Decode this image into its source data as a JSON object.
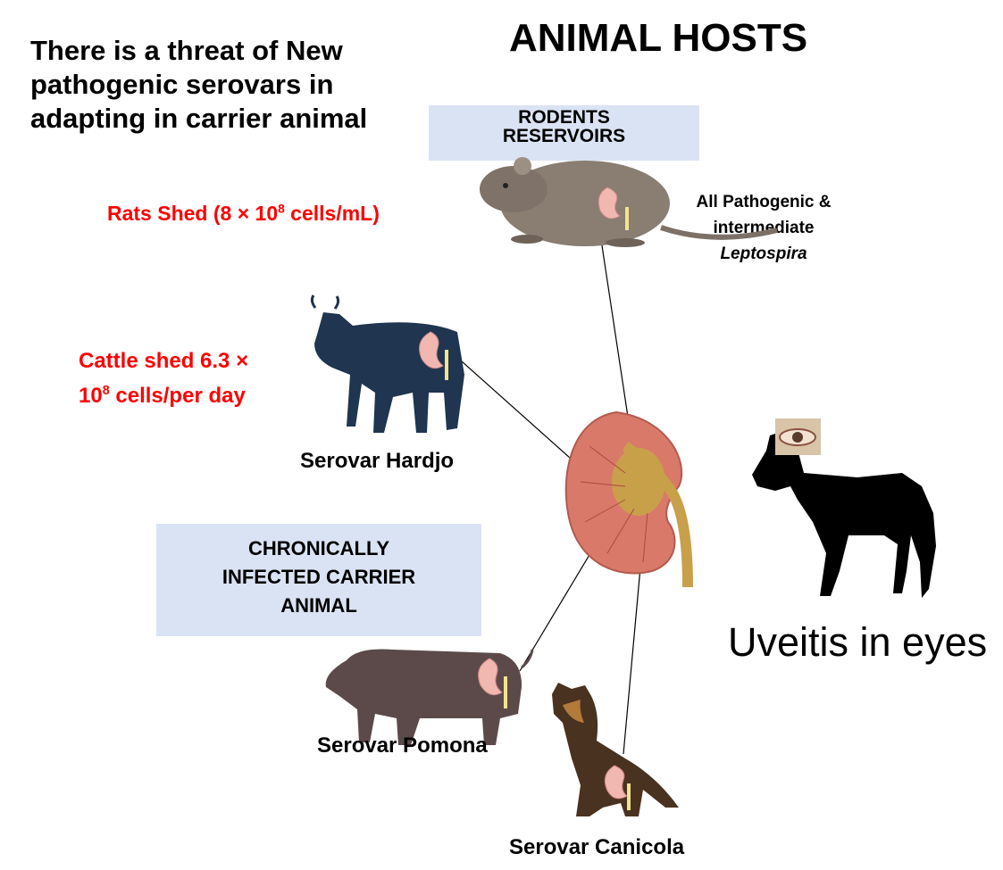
{
  "title": "ANIMAL HOSTS",
  "threat_text": "There is a threat of New pathogenic serovars in adapting in carrier animal",
  "rats_shed": {
    "prefix": "Rats Shed (8 × 10",
    "exp": "8",
    "suffix": " cells/mL)"
  },
  "cattle_shed": {
    "line1": "Cattle shed 6.3 ×",
    "base": "10",
    "exp": "8",
    "suffix": " cells/per day"
  },
  "rodents_box": {
    "line1": "RODENTS",
    "line2": "RESERVOIRS"
  },
  "all_pathogenic": {
    "line1": "All Pathogenic &",
    "line2": "intermediate",
    "line3": "Leptospira"
  },
  "chronic_box": {
    "line1": "CHRONICALLY",
    "line2": "INFECTED CARRIER",
    "line3": "ANIMAL"
  },
  "serovars": {
    "hardjo": "Serovar Hardjo",
    "pomona": "Serovar Pomona",
    "canicola": "Serovar Canicola"
  },
  "uveitis": "Uveitis in eyes",
  "colors": {
    "box_fill": "#dae3f3",
    "red_text": "#ff0000",
    "cow": "#1f3550",
    "kidney": "#f0b8b0"
  }
}
